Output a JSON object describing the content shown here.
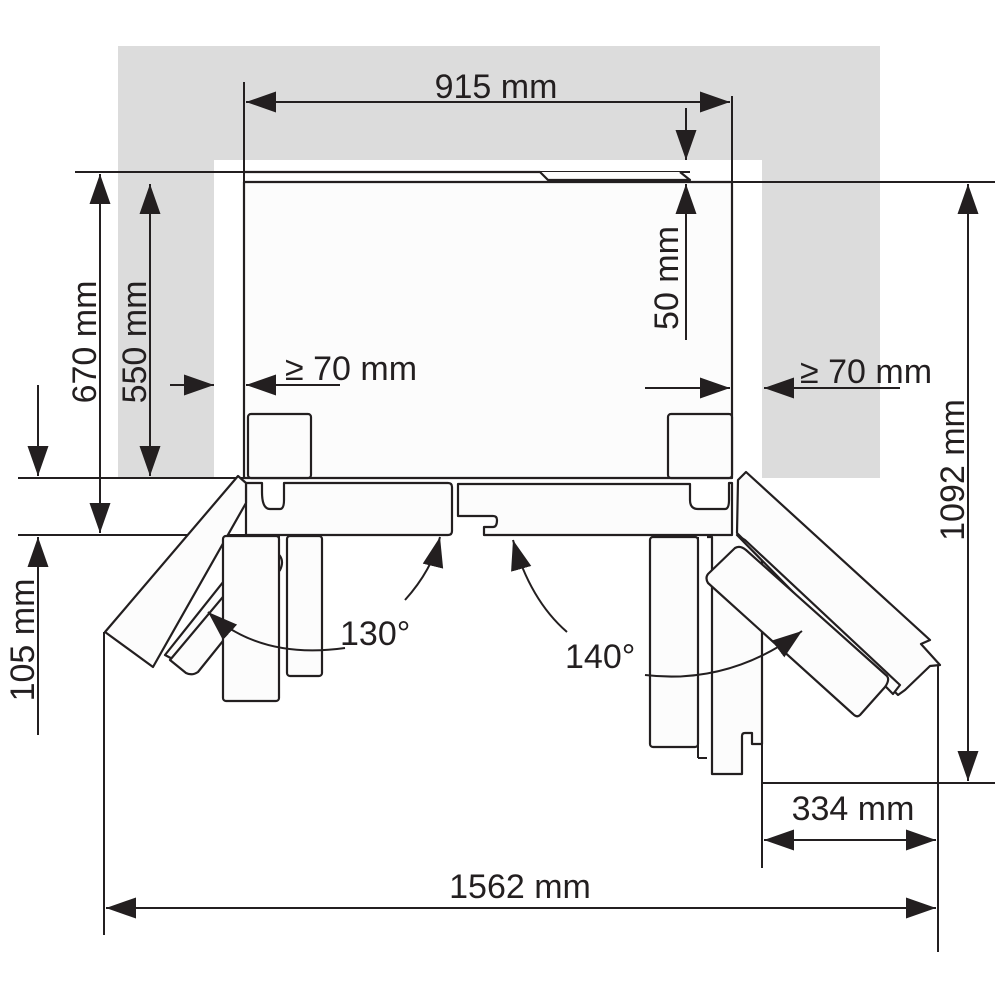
{
  "colors": {
    "niche_clearance": "#dcdcdc",
    "line": "#231f20",
    "background": "#ffffff"
  },
  "dimensions": {
    "width_top": "915 mm",
    "rear_gap": "50 mm",
    "side_gap_left": "≥ 70 mm",
    "side_gap_right": "≥ 70 mm",
    "depth_total": "670 mm",
    "depth_body": "550 mm",
    "door_thickness": "105 mm",
    "depth_open": "1092 mm",
    "door_swing_side": "334 mm",
    "width_open": "1562 mm"
  },
  "angles": {
    "left_door": "130°",
    "right_door": "140°"
  }
}
